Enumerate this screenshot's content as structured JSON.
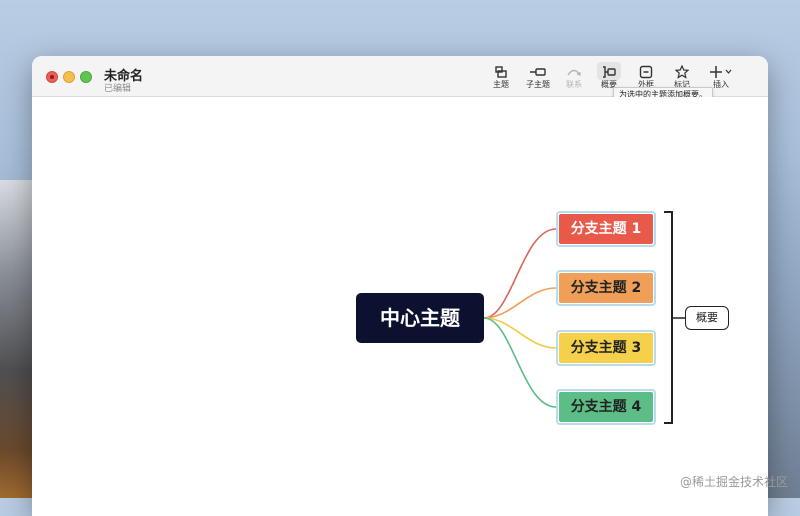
{
  "window": {
    "title": "未命名",
    "status": "已编辑"
  },
  "toolbar": {
    "items": [
      {
        "label": "主题",
        "icon": "topic-icon",
        "enabled": true
      },
      {
        "label": "子主题",
        "icon": "subtopic-icon",
        "enabled": true
      },
      {
        "label": "联系",
        "icon": "relationship-icon",
        "enabled": false
      },
      {
        "label": "概要",
        "icon": "summary-icon",
        "enabled": true,
        "active": true
      },
      {
        "label": "外框",
        "icon": "boundary-icon",
        "enabled": true
      },
      {
        "label": "标记",
        "icon": "star-icon",
        "enabled": true
      },
      {
        "label": "插入",
        "icon": "plus-icon",
        "enabled": true
      }
    ],
    "tooltip": "为选中的主题添加概要。"
  },
  "mindmap": {
    "central_topic": "中心主题",
    "branches": [
      {
        "label": "分支主题 1",
        "color": "#e8594a",
        "text_color": "#ffffff"
      },
      {
        "label": "分支主题 2",
        "color": "#ef9f58",
        "text_color": "#222222"
      },
      {
        "label": "分支主题 3",
        "color": "#f5d04a",
        "text_color": "#222222"
      },
      {
        "label": "分支主题 4",
        "color": "#5cbd86",
        "text_color": "#222222"
      }
    ],
    "summary": "概要"
  },
  "watermark": "@稀土掘金技术社区"
}
